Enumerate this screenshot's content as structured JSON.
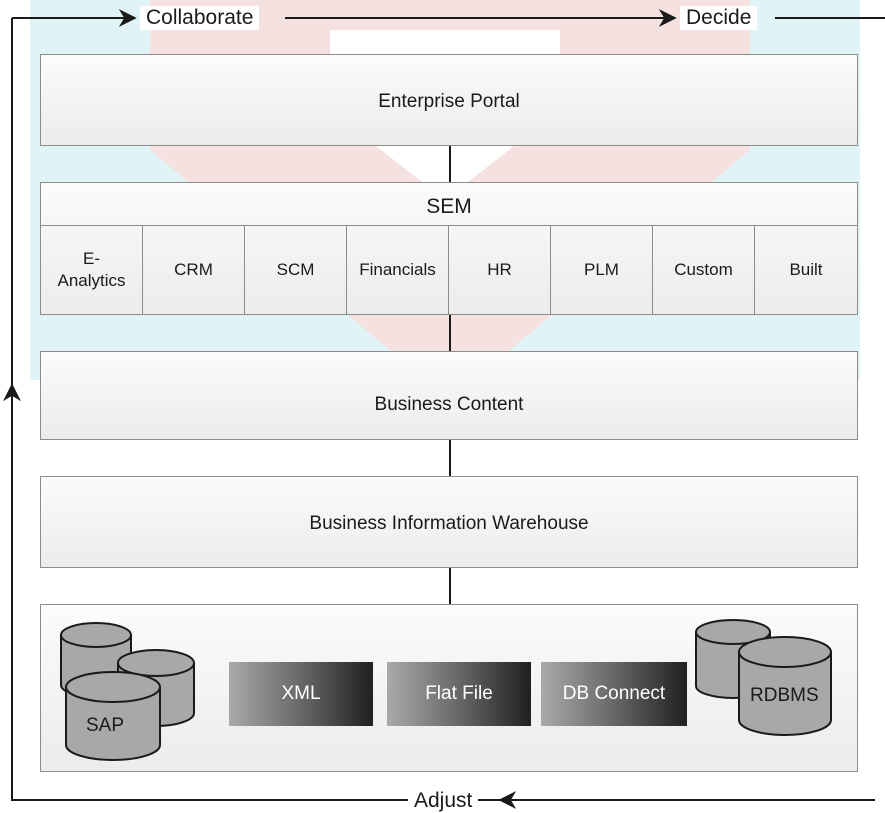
{
  "flow": {
    "collaborate": "Collaborate",
    "decide": "Decide",
    "adjust": "Adjust"
  },
  "layers": {
    "portal": "Enterprise Portal",
    "sem": {
      "title": "SEM",
      "modules": [
        "E-\nAnalytics",
        "CRM",
        "SCM",
        "Financials",
        "HR",
        "PLM",
        "Custom",
        "Built"
      ]
    },
    "business_content": "Business Content",
    "warehouse": "Business Information Warehouse"
  },
  "sources": {
    "sap": "SAP",
    "xml": "XML",
    "flat_file": "Flat File",
    "db_connect": "DB Connect",
    "rdbms": "RDBMS"
  },
  "colors": {
    "line": "#1a1a1a",
    "layer_border": "#8c8c8c",
    "cylinder_fill": "#a8a8a8",
    "watermark_red": "#c0392b",
    "watermark_teal": "#2bb0c8"
  }
}
